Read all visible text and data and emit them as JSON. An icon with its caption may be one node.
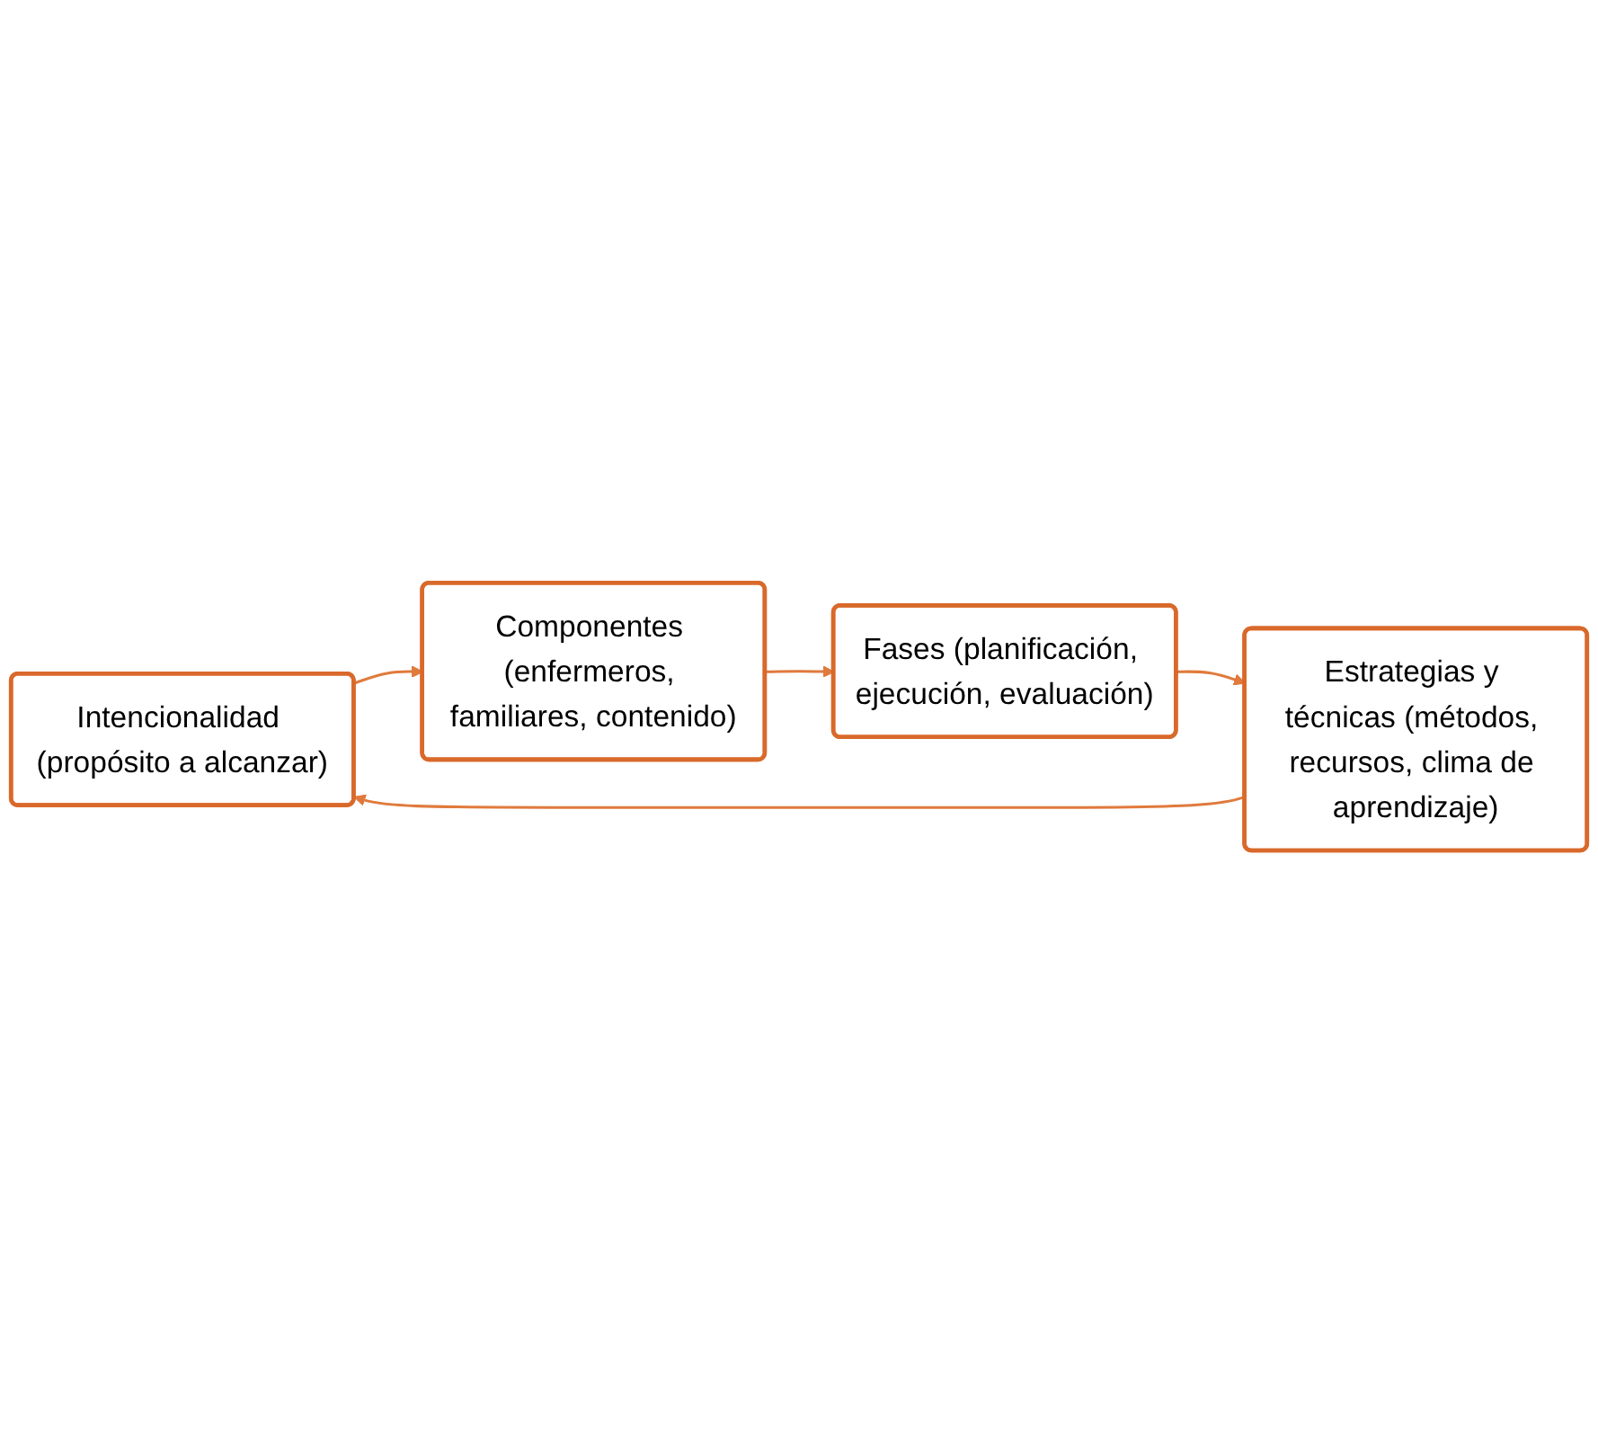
{
  "diagram": {
    "nodes": [
      {
        "text": [
          "Intencionalidad (propósito a alcanzar)"
        ]
      },
      {
        "text": [
          "Componentes (enfermeros, familiares, contenido)"
        ]
      },
      {
        "text": [
          "Fases (planificación, ejecución, evaluación)"
        ]
      },
      {
        "text": [
          "Estrategias y técnicas (métodos, recursos, clima de aprendizaje)"
        ]
      }
    ],
    "edges": [
      {
        "from": 0,
        "to": 1,
        "arrow": "to"
      },
      {
        "from": 1,
        "to": 2,
        "arrow": "to"
      },
      {
        "from": 2,
        "to": 3,
        "arrow": "to"
      },
      {
        "from": 3,
        "to": 0,
        "arrow": "to"
      }
    ]
  }
}
